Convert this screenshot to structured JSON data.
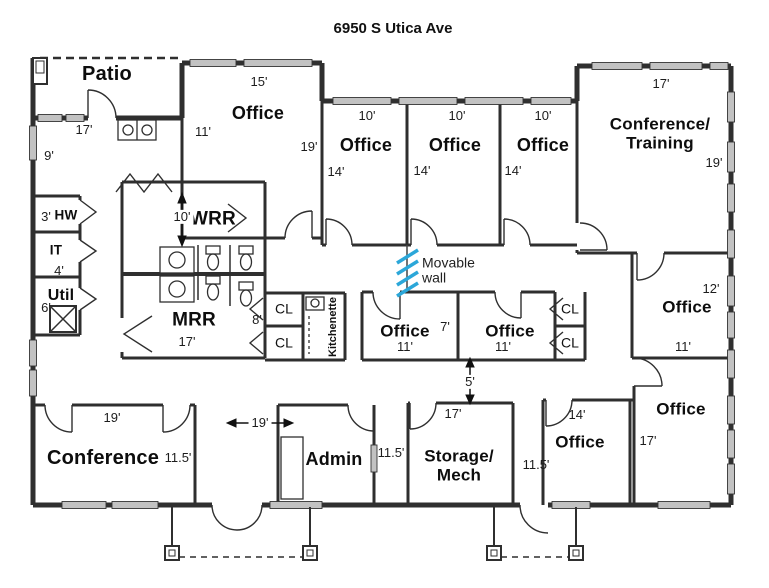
{
  "title": "6950 S Utica Ave",
  "colors": {
    "wall": "#2f2f2f",
    "window": "#c2c2c2",
    "movable_wall": "#2ba7d9"
  },
  "annotations": {
    "movable_wall": "Movable\nwall"
  },
  "rooms": {
    "patio": {
      "name": "Patio",
      "width": "17'"
    },
    "entry": {
      "depth": "9'"
    },
    "hw": {
      "name": "HW",
      "width": "3'"
    },
    "it": {
      "name": "IT",
      "depth": "4'"
    },
    "util": {
      "name": "Util",
      "depth": "6'"
    },
    "office_front": {
      "name": "Office",
      "width": "15'",
      "left": "11'",
      "depth": "19'"
    },
    "office_n1": {
      "name": "Office",
      "width": "10'",
      "depth": "14'"
    },
    "office_n2": {
      "name": "Office",
      "width": "10'",
      "depth": "14'"
    },
    "office_n3": {
      "name": "Office",
      "width": "10'",
      "depth": "14'"
    },
    "conference_training": {
      "name": "Conference/\nTraining",
      "width": "17'",
      "depth": "19'"
    },
    "wrr": {
      "name": "WRR",
      "width": "10'"
    },
    "mrr": {
      "name": "MRR",
      "width": "17'"
    },
    "hall8": {
      "width": "8'"
    },
    "cl1": {
      "name": "CL"
    },
    "cl2": {
      "name": "CL"
    },
    "kitchenette": {
      "name": "Kitchenette"
    },
    "office_m1": {
      "name": "Office",
      "width": "11'",
      "right": "7'"
    },
    "office_m2": {
      "name": "Office",
      "width": "11'"
    },
    "cl3": {
      "name": "CL"
    },
    "cl4": {
      "name": "CL"
    },
    "office_e1": {
      "name": "Office",
      "width": "11'",
      "depth": "12'"
    },
    "office_e2": {
      "name": "Office",
      "depth": "17'"
    },
    "conference": {
      "name": "Conference",
      "width": "19'",
      "depth": "11.5'"
    },
    "lobby": {
      "width": "19'"
    },
    "admin": {
      "name": "Admin",
      "depth": "11.5'"
    },
    "storage": {
      "name": "Storage/\nMech",
      "width": "17'",
      "depth": "11.5'"
    },
    "office_s1": {
      "name": "Office",
      "width": "14'",
      "depth": "11.5'"
    },
    "hall5": {
      "width": "5'"
    }
  }
}
